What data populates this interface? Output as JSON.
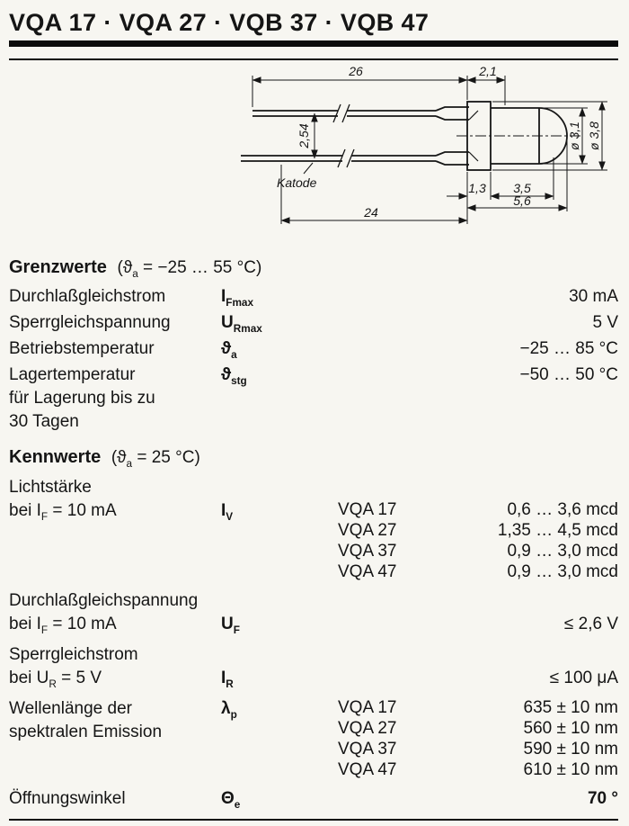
{
  "header": {
    "title": "VQA 17 · VQA 27 · VQB 37 · VQB 47"
  },
  "drawing": {
    "dim_top_lead": "26",
    "dim_flange": "2,1",
    "dim_pitch": "2,54",
    "dim_bottom_lead": "24",
    "dim_rim": "1,3",
    "dim_body": "3,5",
    "dim_total": "5,6",
    "dim_dia_lens": "ø 3,1",
    "dim_dia_flange": "ø 3,8",
    "cathode": "Katode"
  },
  "grenzwerte": {
    "heading": "Grenzwerte",
    "cond_open": "(",
    "cond_sym": "ϑ",
    "cond_sub": "a",
    "cond_rest": "= −25 … 55 °C)",
    "rows": [
      {
        "label": "Durchlaßgleichstrom",
        "sym": "I",
        "sub": "Fmax",
        "value": "30 mA"
      },
      {
        "label": "Sperrgleichspannung",
        "sym": "U",
        "sub": "Rmax",
        "value": "5 V"
      },
      {
        "label": "Betriebstemperatur",
        "sym": "ϑ",
        "sub": "a",
        "value": "−25 … 85 °C"
      },
      {
        "label": "Lagertemperatur",
        "label2": "für Lagerung bis zu",
        "label3": "30 Tagen",
        "sym": "ϑ",
        "sub": "stg",
        "value": "−50 … 50 °C"
      }
    ]
  },
  "kennwerte": {
    "heading": "Kennwerte",
    "cond_open": "(",
    "cond_sym": "ϑ",
    "cond_sub": "a",
    "cond_rest": "= 25 °C)",
    "lichtstaerke": {
      "label1": "Lichtstärke",
      "label2_pre": "bei I",
      "label2_sub": "F",
      "label2_post": " = 10 mA",
      "sym": "I",
      "sub": "V",
      "variants": [
        {
          "device": "VQA 17",
          "value": "0,6 … 3,6 mcd"
        },
        {
          "device": "VQA 27",
          "value": "1,35 … 4,5 mcd"
        },
        {
          "device": "VQA 37",
          "value": "0,9 … 3,0 mcd"
        },
        {
          "device": "VQA 47",
          "value": "0,9 … 3,0 mcd"
        }
      ]
    },
    "durchlassspannung": {
      "label1": "Durchlaßgleichspannung",
      "label2_pre": "bei I",
      "label2_sub": "F",
      "label2_post": " = 10 mA",
      "sym": "U",
      "sub": "F",
      "value": "≤ 2,6 V"
    },
    "sperrstrom": {
      "label1": "Sperrgleichstrom",
      "label2_pre": "bei U",
      "label2_sub": "R",
      "label2_post": " = 5 V",
      "sym": "I",
      "sub": "R",
      "value": "≤ 100 μA"
    },
    "wellenlaenge": {
      "label1": "Wellenlänge der",
      "label2": "spektralen Emission",
      "sym": "λ",
      "sub": "p",
      "variants": [
        {
          "device": "VQA 17",
          "value": "635 ± 10 nm"
        },
        {
          "device": "VQA 27",
          "value": "560 ± 10 nm"
        },
        {
          "device": "VQA 37",
          "value": "590 ± 10 nm"
        },
        {
          "device": "VQA 47",
          "value": "610 ± 10 nm"
        }
      ]
    },
    "oeffnungswinkel": {
      "label1": "Öffnungswinkel",
      "sym": "Θ",
      "sub": "e",
      "value": "70 °"
    }
  }
}
